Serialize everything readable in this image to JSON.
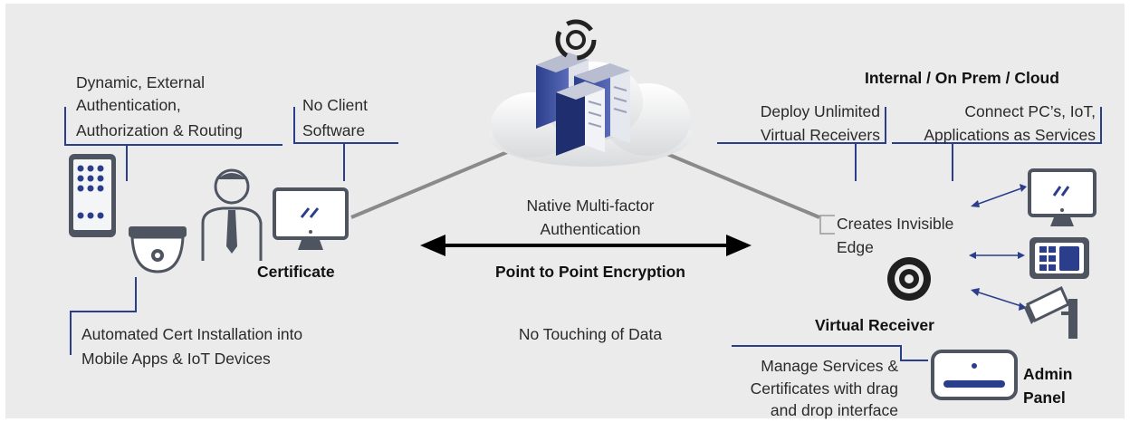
{
  "colors": {
    "background": "#ebebec",
    "accent_line": "#2b3e8c",
    "device_dark": "#4f5560",
    "device_blue": "#2b3e8c",
    "connector_gray": "#8a8a8a",
    "arrow_black": "#000000"
  },
  "icons": [
    "server-rack-icon",
    "cloud-icon",
    "logo-swirl-icon",
    "smartphone-icon",
    "security-camera-icon",
    "user-person-icon",
    "desktop-monitor-icon",
    "virtual-receiver-icon",
    "iot-device-icon",
    "cctv-camera-icon",
    "admin-panel-icon"
  ],
  "left": {
    "auth_line1": "Dynamic, External",
    "auth_line2": "Authentication,",
    "auth_line3": "Authorization & Routing",
    "noclient_line1": "No Client",
    "noclient_line2": "Software",
    "certificate": "Certificate",
    "autocert_line1": "Automated Cert Installation into",
    "autocert_line2": "Mobile Apps & IoT Devices"
  },
  "center": {
    "mfa_line1": "Native Multi-factor",
    "mfa_line2": "Authentication",
    "encryption": "Point to Point Encryption",
    "no_touch": "No Touching of Data"
  },
  "right": {
    "heading": "Internal / On Prem / Cloud",
    "deploy_line1": "Deploy Unlimited",
    "deploy_line2": "Virtual Receivers",
    "connect_line1": "Connect PC’s, IoT,",
    "connect_line2": "Applications as Services",
    "edge_line1": "Creates Invisible",
    "edge_line2": "Edge",
    "virtual_receiver": "Virtual Receiver",
    "manage_line1": "Manage Services &",
    "manage_line2": "Certificates with drag",
    "manage_line3": "and drop interface",
    "admin_line1": "Admin",
    "admin_line2": "Panel"
  }
}
